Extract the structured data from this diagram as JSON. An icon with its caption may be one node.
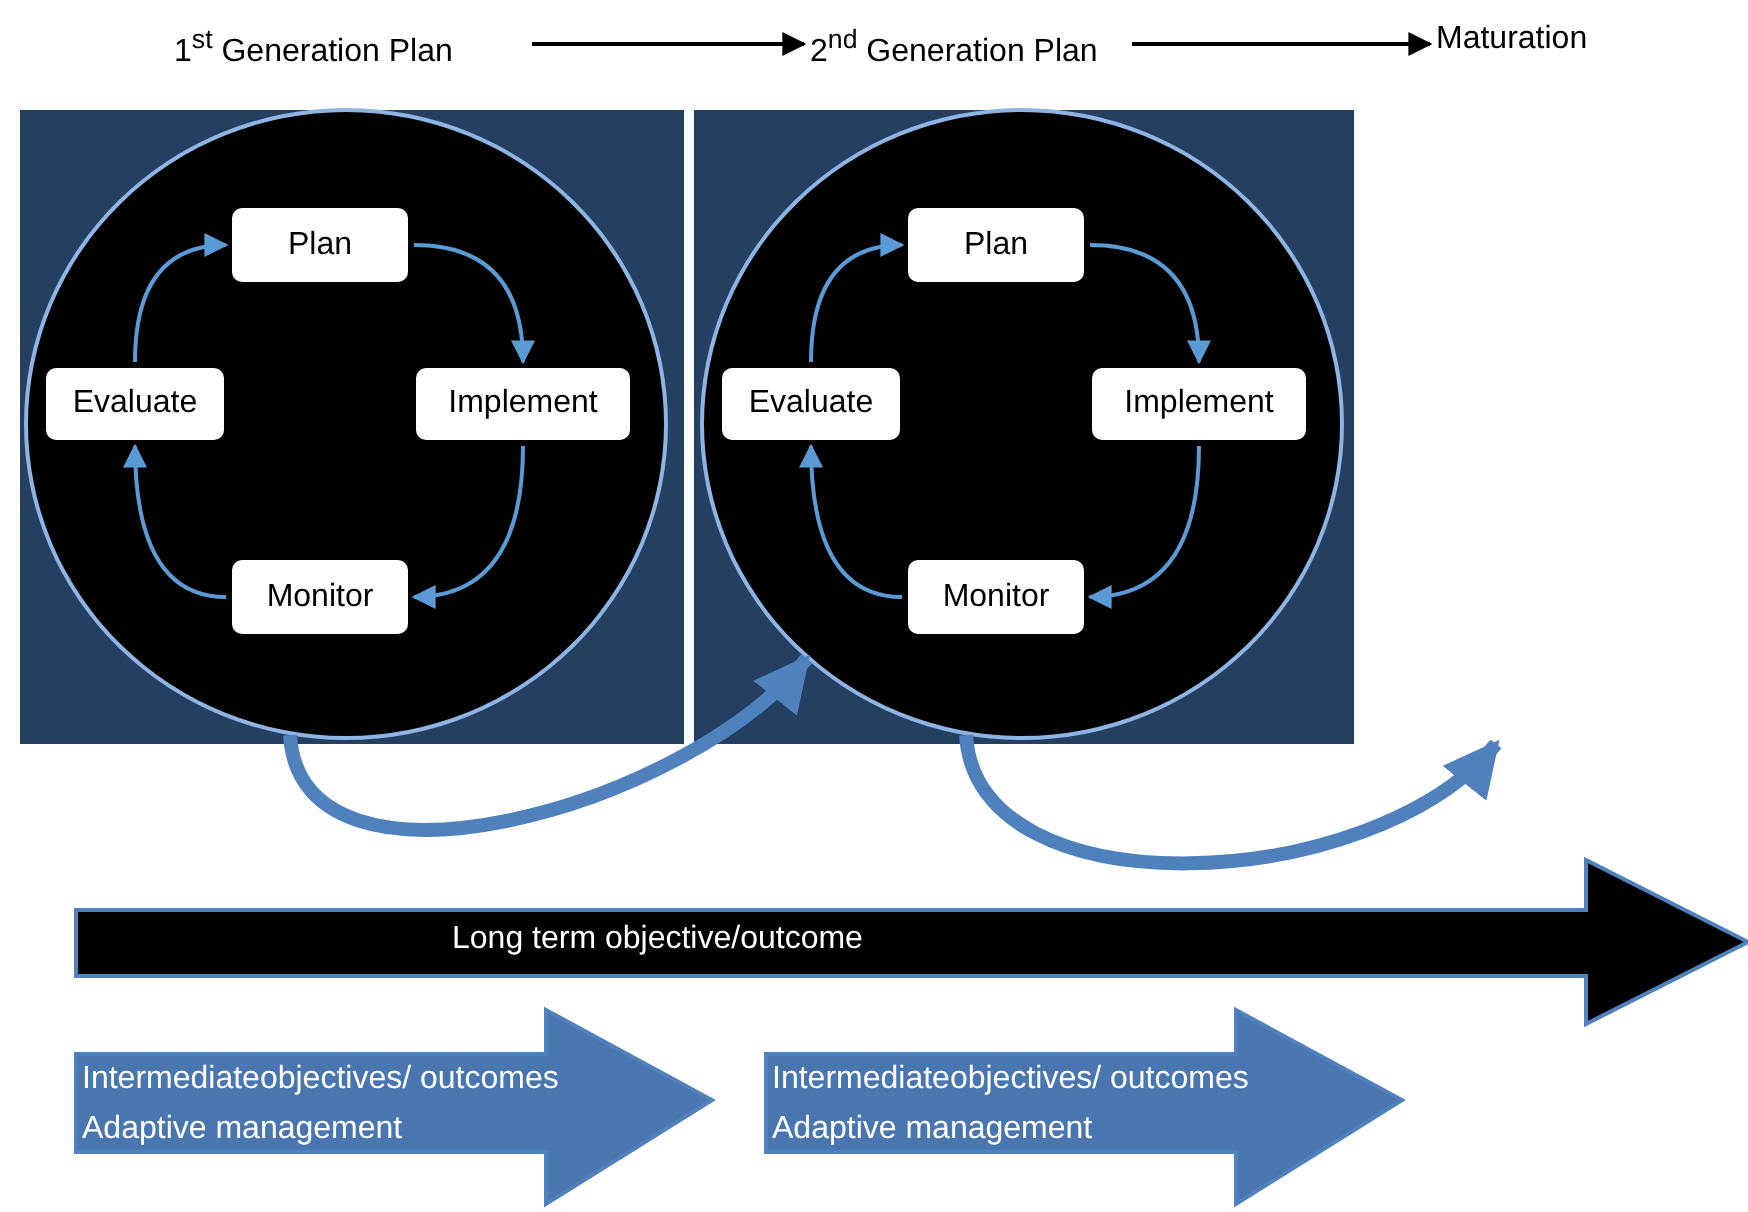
{
  "diagram": {
    "nodes": [
      {
        "text": [
          "1$^{st}$ Generation Plan"
        ]
      },
      {
        "text": [
          "2$^{nd}$ Generation Plan"
        ]
      },
      {
        "text": [
          "Maturation"
        ]
      },
      {
        "text": [],
        "shape": "circle"
      },
      {
        "text": [
          "Plan"
        ],
        "in": 3
      },
      {
        "text": [
          "Implement"
        ],
        "in": 3
      },
      {
        "text": [
          "Monitor"
        ],
        "in": 3
      },
      {
        "text": [
          "Evaluate"
        ],
        "in": 3
      },
      {
        "text": [],
        "shape": "circle"
      },
      {
        "text": [
          "Plan"
        ],
        "in": 8
      },
      {
        "text": [
          "Implement"
        ],
        "in": 8
      },
      {
        "text": [
          "Monitor"
        ],
        "in": 8
      },
      {
        "text": [
          "Evaluate"
        ],
        "in": 8
      },
      {
        "text": [
          "Long term objective/outcome"
        ]
      },
      {
        "text": [
          "Intermediateobjectives/ outcomes",
          "Adaptive management"
        ]
      },
      {
        "text": [
          "Intermediateobjectives/ outcomes",
          "Adaptive management"
        ]
      }
    ],
    "edges": [
      {
        "from": 0,
        "to": 1,
        "arrow": "to",
        "color": "#000000"
      },
      {
        "from": 1,
        "to": 2,
        "arrow": "to",
        "color": "#000000"
      },
      {
        "from": 4,
        "to": 5,
        "arrow": "to"
      },
      {
        "from": 5,
        "to": 6,
        "arrow": "to"
      },
      {
        "from": 6,
        "to": 7,
        "arrow": "to"
      },
      {
        "from": 7,
        "to": 4,
        "arrow": "to"
      },
      {
        "from": 9,
        "to": 10,
        "arrow": "to"
      },
      {
        "from": 10,
        "to": 11,
        "arrow": "to"
      },
      {
        "from": 11,
        "to": 12,
        "arrow": "to"
      },
      {
        "from": 12,
        "to": 9,
        "arrow": "to"
      },
      {
        "from": 3,
        "to": 8,
        "arrow": "to",
        "style": "thick",
        "color": "#4f81bd"
      },
      {
        "from": 8,
        "to": null,
        "arrow": "to",
        "style": "thick",
        "color": "#4f81bd"
      }
    ]
  }
}
